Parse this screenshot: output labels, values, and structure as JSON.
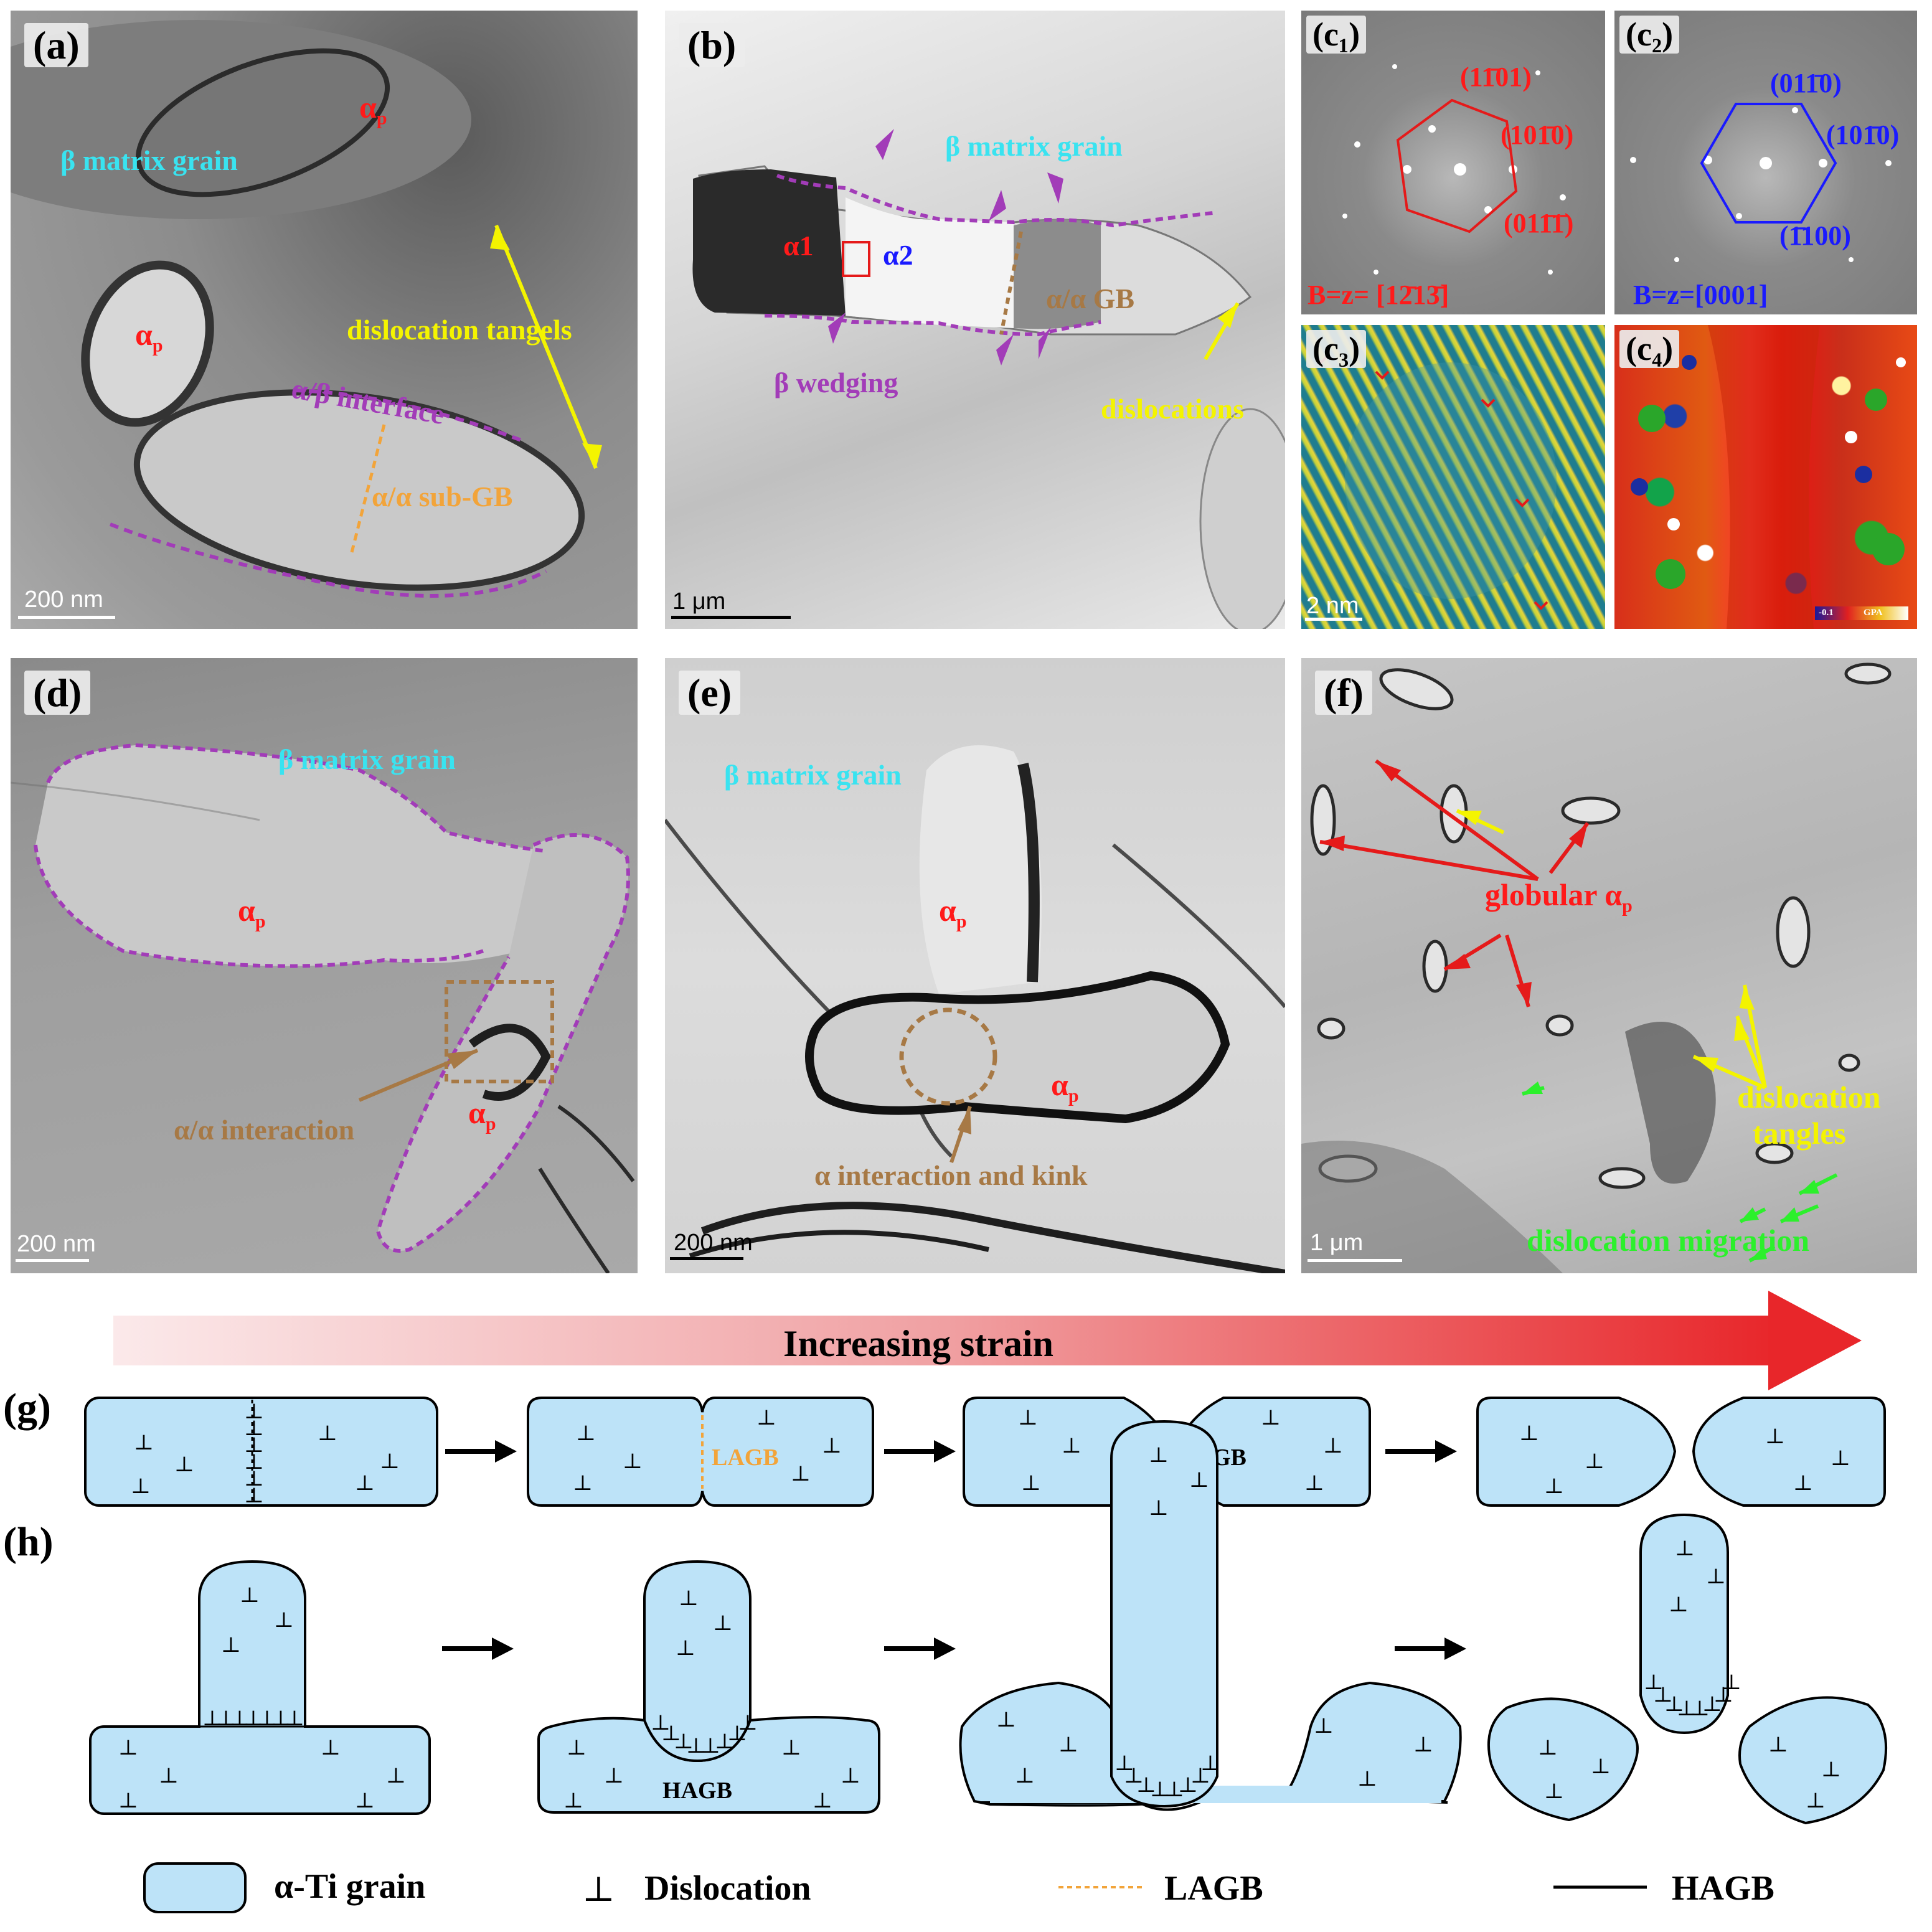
{
  "panels": {
    "a": {
      "label": "(a)",
      "beta_matrix": "β matrix grain",
      "alpha_p1": "α",
      "alpha_p2": "α",
      "alpha_p_sub": "p",
      "dislocation_tangels": "dislocation tangels",
      "interface": "α/β interface",
      "subgb": "α/α sub-GB",
      "scale": "200 nm"
    },
    "b": {
      "label": "(b)",
      "beta_matrix": "β matrix grain",
      "alpha1": "α1",
      "alpha2": "α2",
      "gb": "α/α GB",
      "wedging": "β wedging",
      "dislocations": "dislocations",
      "scale": "1 μm"
    },
    "c1": {
      "label": "(c₁)",
      "idx1": "(11̄01)",
      "idx2": "(101̄0)",
      "idx3": "(011̄1̄)",
      "zone": "B=z= [12̄13̄]"
    },
    "c2": {
      "label": "(c₂)",
      "idx1": "(011̄0)",
      "idx2": "(101̄0)",
      "idx3": "(1̄100)",
      "zone": "B=z=[0001]"
    },
    "c3": {
      "label": "(c₃)",
      "scale": "2 nm"
    },
    "c4": {
      "label": "(c₄)",
      "cb_min": "-0.1",
      "cb_unit": "GPA"
    },
    "d": {
      "label": "(d)",
      "beta_matrix": "β matrix grain",
      "alpha": "α",
      "alpha_sub": "p",
      "interaction": "α/α interaction",
      "scale": "200 nm"
    },
    "e": {
      "label": "(e)",
      "beta_matrix": "β matrix grain",
      "alpha": "α",
      "alpha_sub": "p",
      "kink": "α interaction and kink",
      "scale": "200 nm"
    },
    "f": {
      "label": "(f)",
      "globular": "globular α",
      "globular_sub": "p",
      "tangles1": "dislocation",
      "tangles2": "tangles",
      "migration": "dislocation migration",
      "scale": "1 μm"
    }
  },
  "schematic": {
    "strain_label": "Increasing strain",
    "g_label": "(g)",
    "h_label": "(h)",
    "lagb": "LAGB",
    "hagb": "HAGB",
    "dislocation_symbol": "⊥",
    "colors": {
      "grain_fill": "#bde3f8",
      "lagb": "#f2a43a",
      "arrow_red": "#e8262a"
    }
  },
  "legend": {
    "grain": "α-Ti grain",
    "dislocation": "Dislocation",
    "lagb": "LAGB",
    "hagb": "HAGB"
  }
}
